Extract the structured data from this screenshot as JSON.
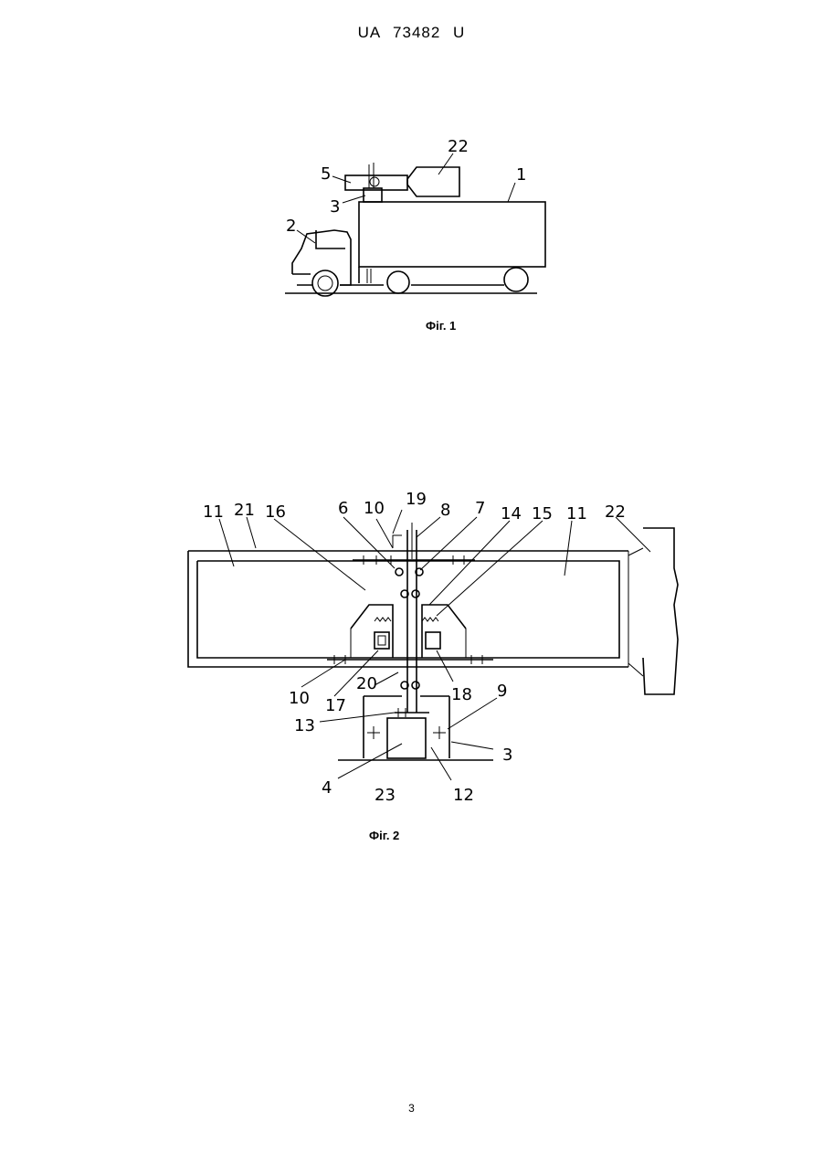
{
  "header": {
    "doc_id": "UA   73482   U"
  },
  "figure1": {
    "caption": "Фіг. 1",
    "labels": [
      "22",
      "5",
      "1",
      "3",
      "2"
    ]
  },
  "figure2": {
    "caption": "Фіг. 2",
    "labels": [
      "11",
      "21",
      "16",
      "6",
      "10",
      "19",
      "8",
      "7",
      "14",
      "15",
      "11",
      "22",
      "10",
      "20",
      "17",
      "18",
      "9",
      "13",
      "3",
      "4",
      "23",
      "12"
    ]
  },
  "page_number": "3"
}
